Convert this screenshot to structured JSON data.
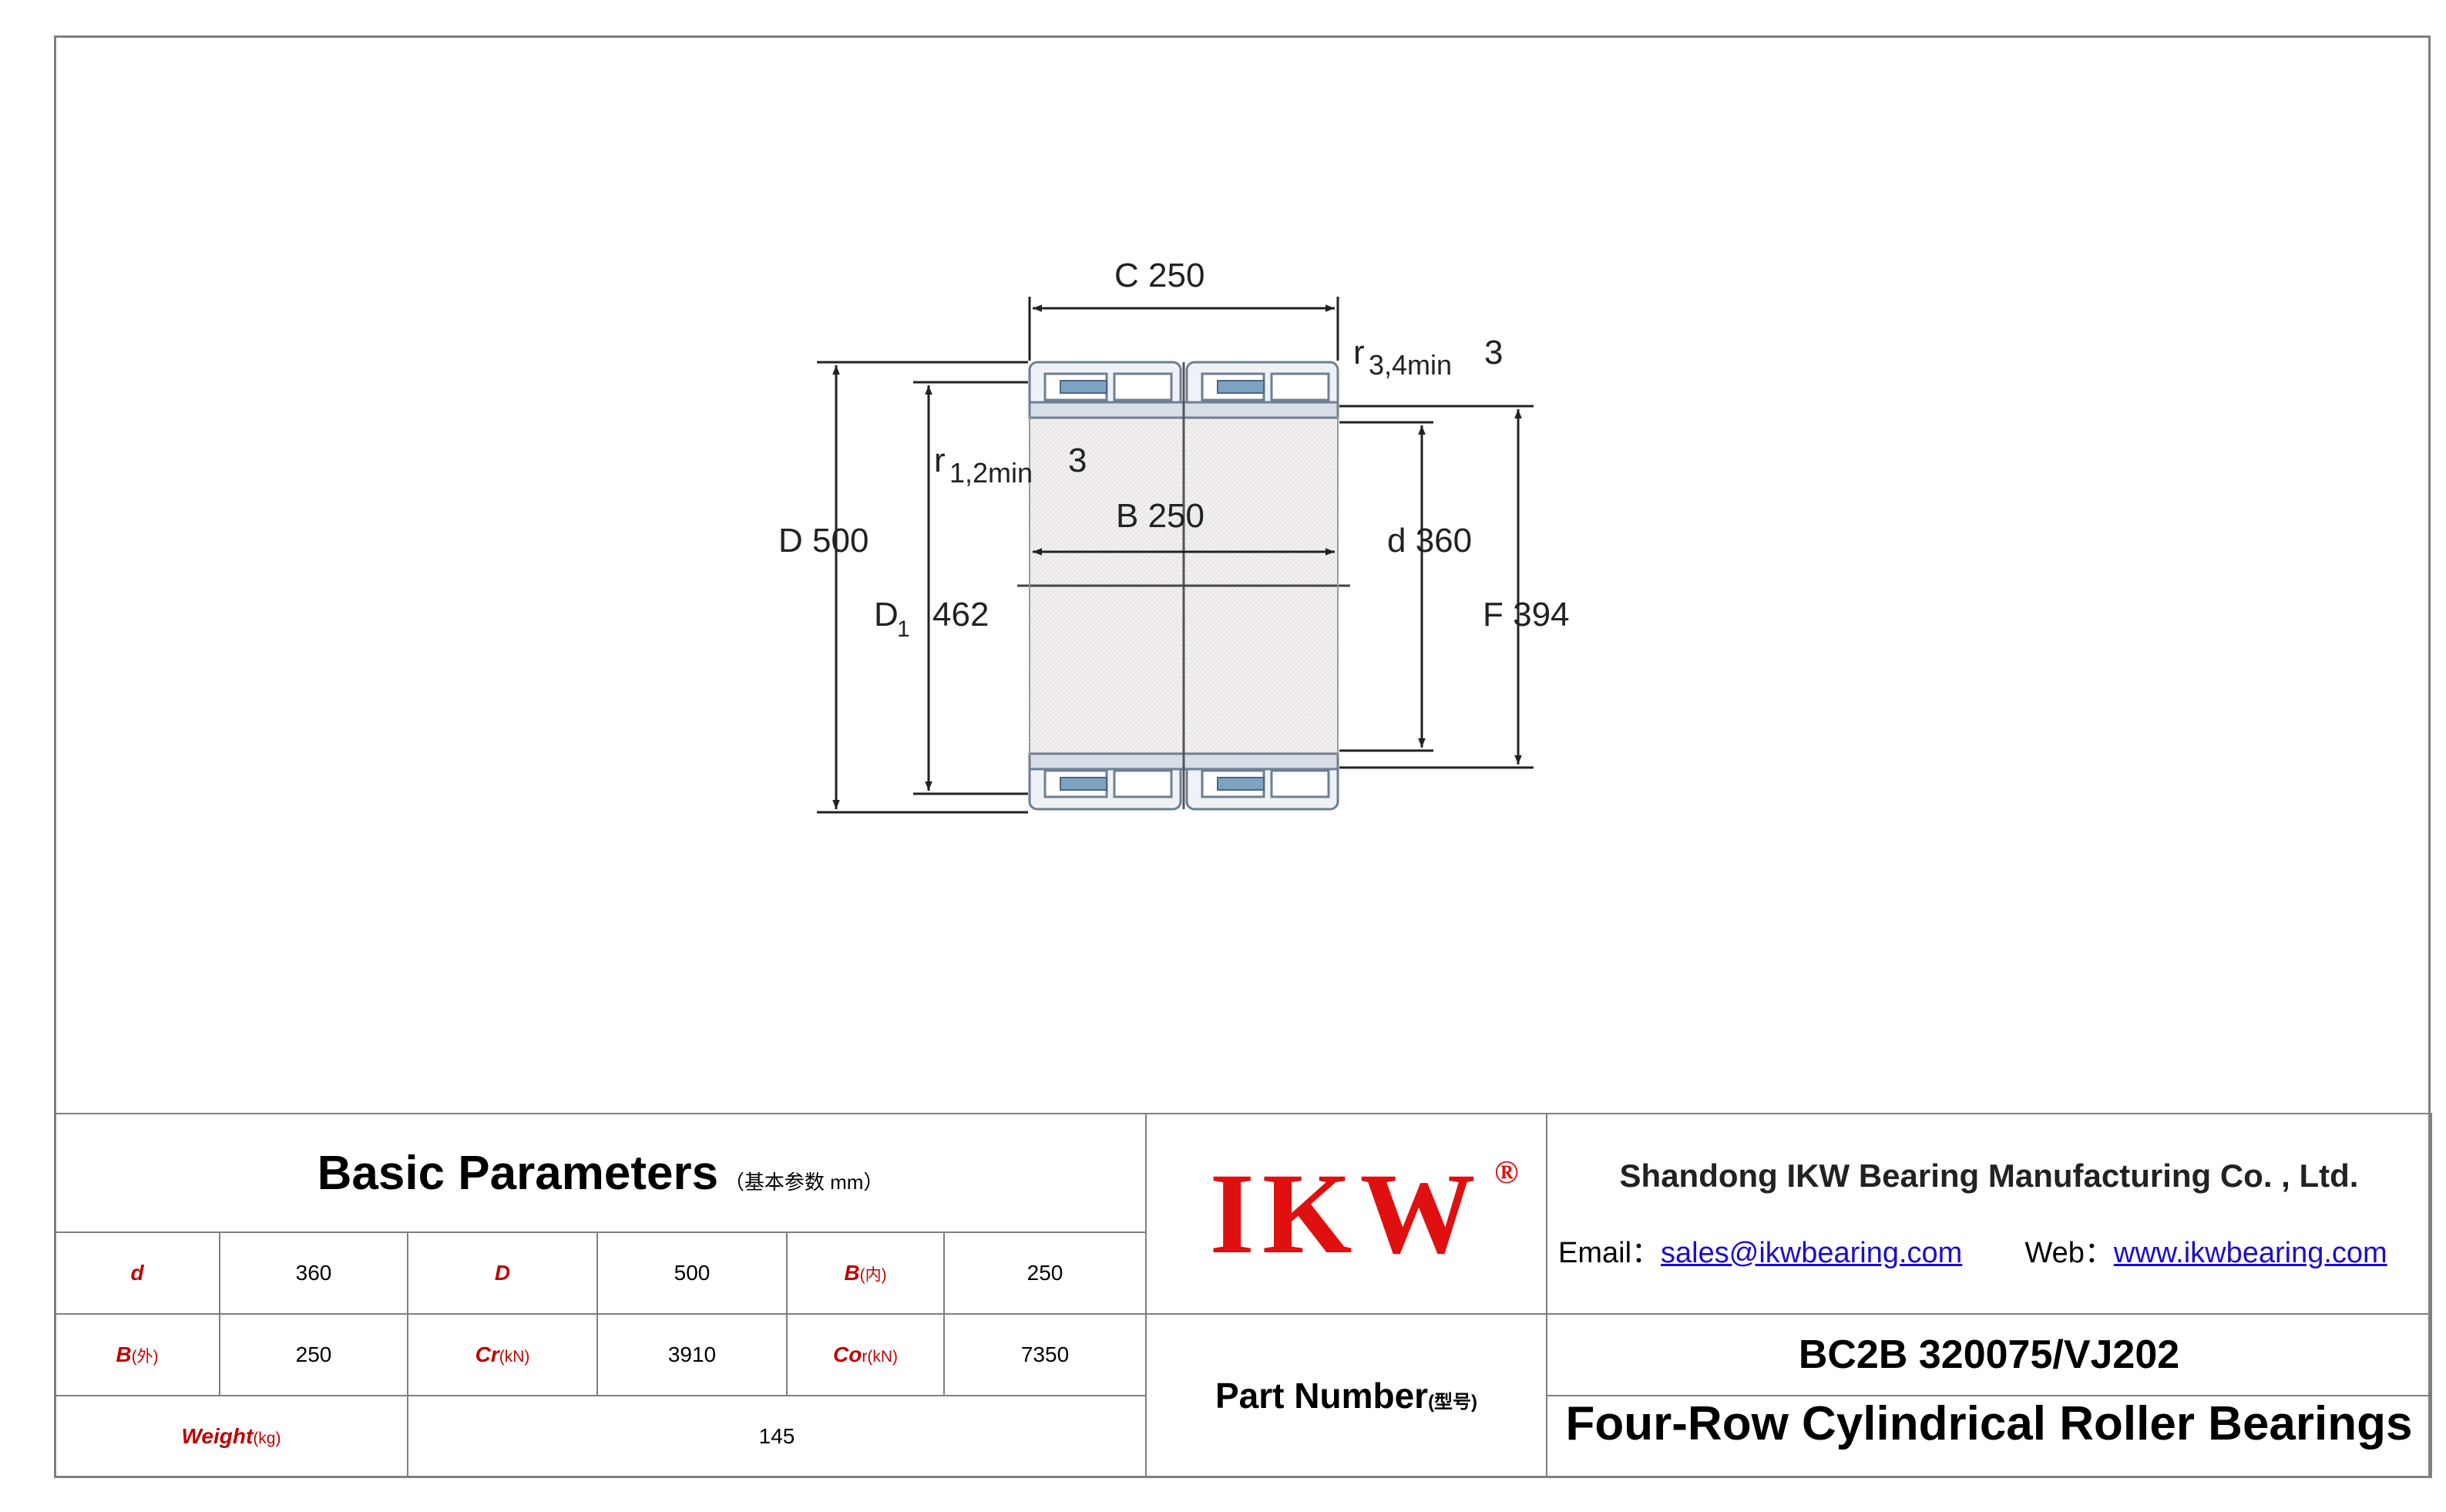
{
  "drawing": {
    "C": "C  250",
    "r34_main": "r",
    "r34_sub": "3,4min",
    "r34_val": "3",
    "r12_main": "r",
    "r12_sub": "1,2min",
    "r12_val": "3",
    "B": "B  250",
    "D": "D  500",
    "D1_main": "D",
    "D1_sub": "1",
    "D1_val": "462",
    "d": "d  360",
    "F": "F  394"
  },
  "params": {
    "title": "Basic Parameters",
    "subtitle": "（基本参数 mm）",
    "d_label": "d",
    "d_value": "360",
    "D_label": "D",
    "D_value": "500",
    "B_in_label": "B",
    "B_in_unit": "(内)",
    "B_in_value": "250",
    "B_out_label": "B",
    "B_out_unit": "(外)",
    "B_out_value": "250",
    "Cr_label": "Cr",
    "Cr_unit": "(kN)",
    "Cr_value": "3910",
    "Cor_label": "Co",
    "Cor_unit": "r(kN)",
    "Cor_value": "7350",
    "weight_label": "Weight",
    "weight_unit": "(kg)",
    "weight_value": "145"
  },
  "logo": {
    "text": "IKW",
    "reg": "®"
  },
  "company": {
    "name": "Shandong IKW Bearing Manufacturing Co. , Ltd.",
    "email_label": "Email：",
    "email": "sales@ikwbearing.com",
    "web_label": "Web：",
    "web": "www.ikwbearing.com"
  },
  "part": {
    "label": "Part Number",
    "label_cn": "(型号)",
    "number": "BC2B 320075/VJ202",
    "type": "Four-Row Cylindrical Roller Bearings"
  },
  "colors": {
    "label_red": "#c00000",
    "logo_red": "#e01010",
    "link_blue": "#1a0dcc",
    "border": "#7f7f7f"
  }
}
